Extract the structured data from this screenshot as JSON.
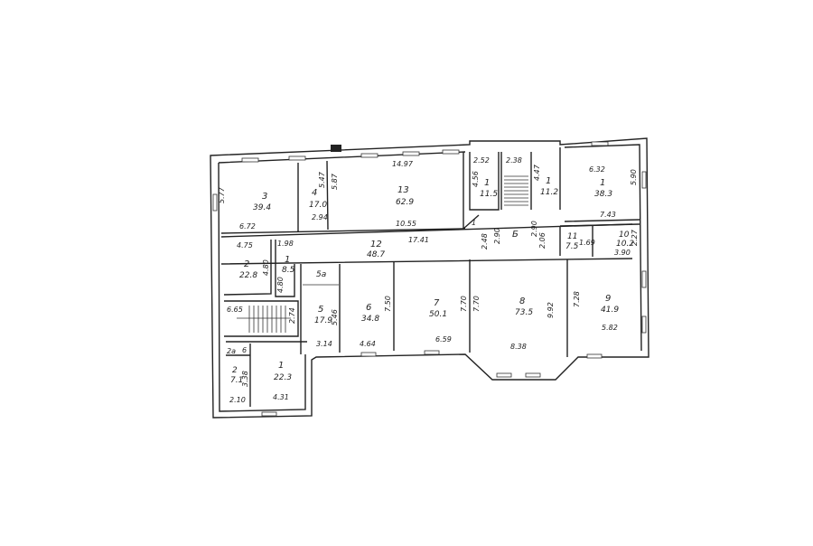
{
  "plan": {
    "rooms": [
      {
        "id": "3",
        "area": "39.4",
        "dims": [
          "6.72",
          "5.77"
        ]
      },
      {
        "id": "4",
        "area": "17.0",
        "dims": [
          "5.47",
          "2.94"
        ]
      },
      {
        "id": "13",
        "area": "62.9",
        "dims": [
          "14.97",
          "10.55",
          "5.87"
        ]
      },
      {
        "id": "12",
        "area": "48.7",
        "dims": [
          "17.41"
        ]
      },
      {
        "id": "1",
        "area": "11.5",
        "dims": [
          "2.52",
          "4.56"
        ]
      },
      {
        "id": "1",
        "area": "11.2",
        "dims": [
          "4.47"
        ]
      },
      {
        "id": "1",
        "area": "38.3",
        "dims": [
          "6.32",
          "5.90",
          "7.43"
        ]
      },
      {
        "id": "2",
        "area": "22.8",
        "dims": [
          "4.75",
          "4.80"
        ]
      },
      {
        "id": "1",
        "area": "8.5",
        "dims": [
          "1.98",
          "4.80"
        ]
      },
      {
        "id": "5",
        "area": "17.9",
        "dims": [
          "3.14",
          "5.46"
        ]
      },
      {
        "id": "5a",
        "area": "",
        "dims": []
      },
      {
        "id": "6",
        "area": "34.8",
        "dims": [
          "4.64",
          "7.50"
        ]
      },
      {
        "id": "7",
        "area": "50.1",
        "dims": [
          "6.59",
          "7.70"
        ]
      },
      {
        "id": "8",
        "area": "73.5",
        "dims": [
          "8.38",
          "9.92",
          "7.70"
        ]
      },
      {
        "id": "9",
        "area": "41.9",
        "dims": [
          "5.82",
          "7.28"
        ]
      },
      {
        "id": "11",
        "area": "7.5",
        "dims": [
          "1.69"
        ]
      },
      {
        "id": "10",
        "area": "10.2",
        "dims": [
          "3.90",
          "2.27"
        ]
      },
      {
        "id": "1",
        "area": "22.3",
        "dims": [
          "4.31"
        ]
      },
      {
        "id": "2",
        "area": "7.1",
        "dims": [
          "2.10",
          "3.38"
        ]
      },
      {
        "id": "2a",
        "area": "",
        "dims": []
      },
      {
        "id": "6",
        "area": "",
        "dims": []
      }
    ],
    "stair_labels": {
      "top_width": "2.38",
      "left_stair_width": "6.65",
      "left_stair_side": "2.74"
    },
    "misc": {
      "lobby": "Б",
      "dim_a": "2.90",
      "dim_b": "2.90",
      "dim_c": "2.48",
      "dim_d": "2.06",
      "room_a": "1"
    }
  }
}
